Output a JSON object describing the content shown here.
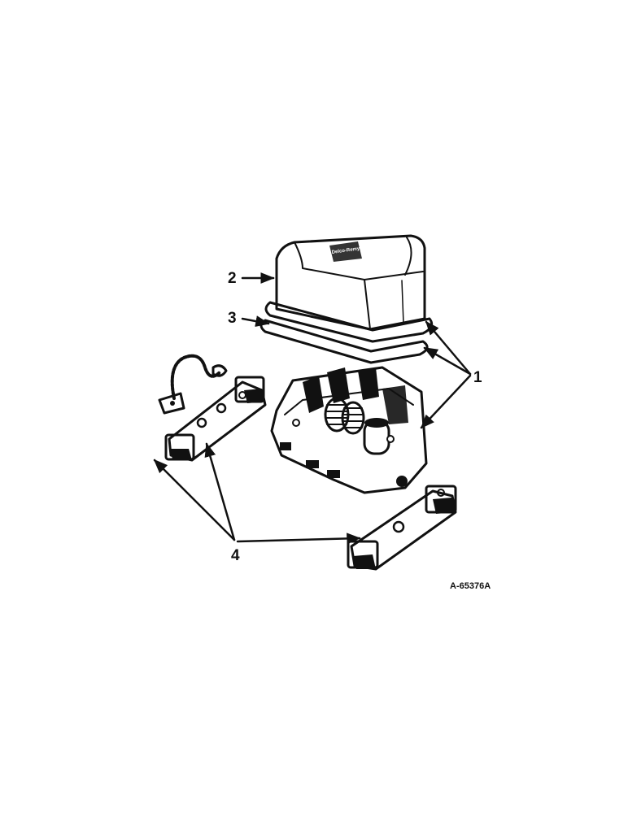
{
  "figure_id": "A-65376A",
  "cover_brand": "Delco-Remy",
  "callouts": [
    {
      "id": "1",
      "label": "1"
    },
    {
      "id": "2",
      "label": "2"
    },
    {
      "id": "3",
      "label": "3"
    },
    {
      "id": "4",
      "label": "4"
    }
  ],
  "colors": {
    "ink": "#111111",
    "paper": "#ffffff"
  }
}
